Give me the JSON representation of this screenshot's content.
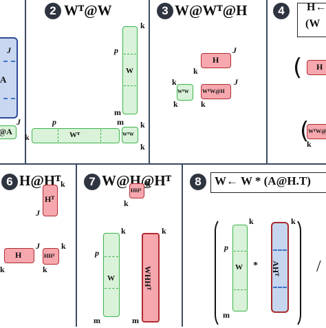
{
  "panels": {
    "p2": {
      "num": "2",
      "title": "Wᵀ@W"
    },
    "p3": {
      "num": "3",
      "title": "W@Wᵀ@H"
    },
    "p4": {
      "num": "4",
      "title_line1": "H←",
      "title_line2": "(W"
    },
    "p6": {
      "num": "6",
      "title": "H@Hᵀ"
    },
    "p7": {
      "num": "7",
      "title": "W@H@Hᵀ"
    },
    "p8": {
      "num": "8",
      "title": "W← W * (A@H.T)"
    }
  },
  "labels": {
    "J": "J",
    "k": "k",
    "m": "m",
    "p": "p",
    "A": "A",
    "at_A": "@A",
    "W": "W",
    "WT": "Wᵀ",
    "WTW": "WᵀW",
    "H": "H",
    "WTWH": "WᵀW@H",
    "HT": "Hᵀ",
    "HHT": "HHᵀ",
    "WHHT": "WHHᵀ",
    "AHT": "AHᵀ",
    "star": "*",
    "slash": "/",
    "open_paren": "("
  }
}
